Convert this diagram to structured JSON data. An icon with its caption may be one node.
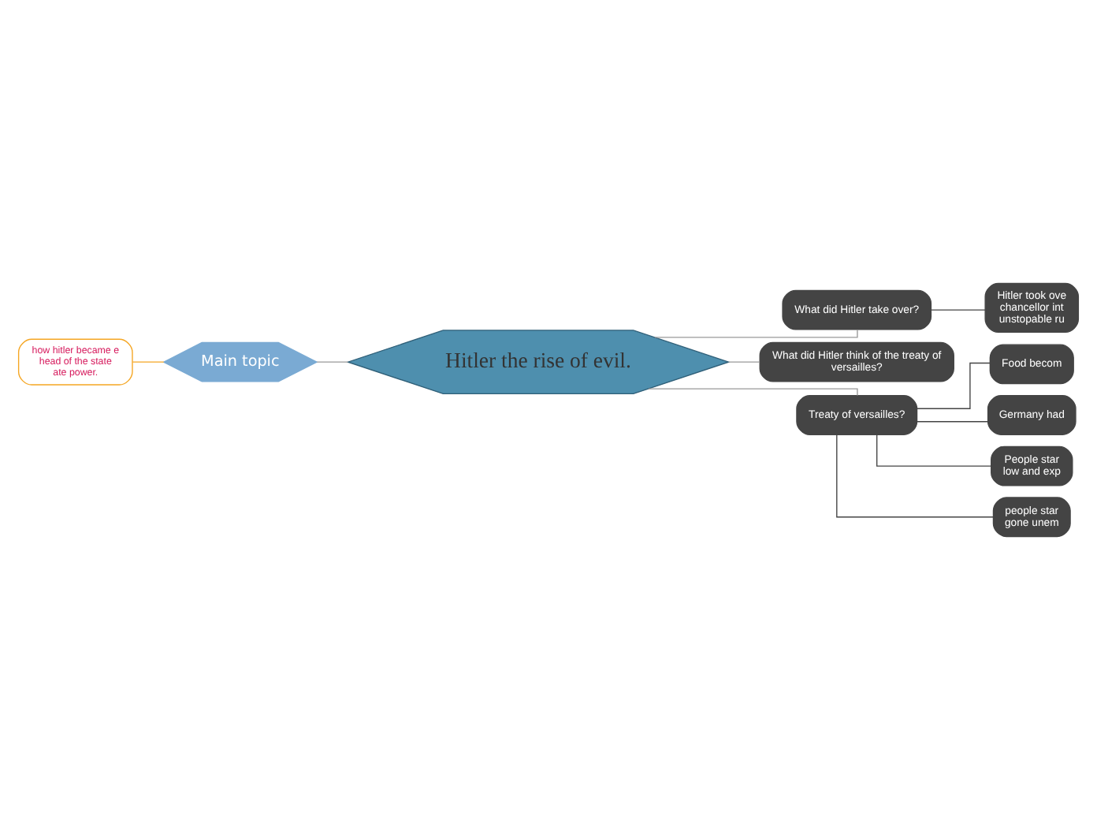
{
  "diagram": {
    "nodes": [
      {
        "text": [
          "Hitler the rise of evil."
        ]
      },
      {
        "text": [
          "Main topic"
        ]
      },
      {
        "text": [
          "how hitler became e head of the state ate power."
        ]
      },
      {
        "text": [
          "What did Hitler take over?"
        ]
      },
      {
        "text": [
          "What did Hitler think of the treaty of versailles?"
        ]
      },
      {
        "text": [
          "Treaty of versailles?"
        ]
      },
      {
        "text": [
          "Hitler took ove chancellor int unstopable ru"
        ]
      },
      {
        "text": [
          "Food becom"
        ]
      },
      {
        "text": [
          "Germany had"
        ]
      },
      {
        "text": [
          "People star low and exp"
        ]
      },
      {
        "text": [
          "people star gone unem"
        ]
      }
    ],
    "edges": [
      {
        "from": 0,
        "to": 1,
        "arrow": "none"
      },
      {
        "from": 1,
        "to": 2,
        "arrow": "none",
        "color": "#f5a623"
      },
      {
        "from": 0,
        "to": 3,
        "arrow": "none"
      },
      {
        "from": 0,
        "to": 4,
        "arrow": "none"
      },
      {
        "from": 0,
        "to": 5,
        "arrow": "none"
      },
      {
        "from": 3,
        "to": 6,
        "arrow": "none",
        "color": "#444444"
      },
      {
        "from": 5,
        "to": 7,
        "arrow": "none",
        "color": "#444444"
      },
      {
        "from": 5,
        "to": 8,
        "arrow": "none",
        "color": "#444444"
      },
      {
        "from": 5,
        "to": 9,
        "arrow": "none",
        "color": "#444444"
      },
      {
        "from": 5,
        "to": 10,
        "arrow": "none",
        "color": "#444444"
      }
    ]
  }
}
